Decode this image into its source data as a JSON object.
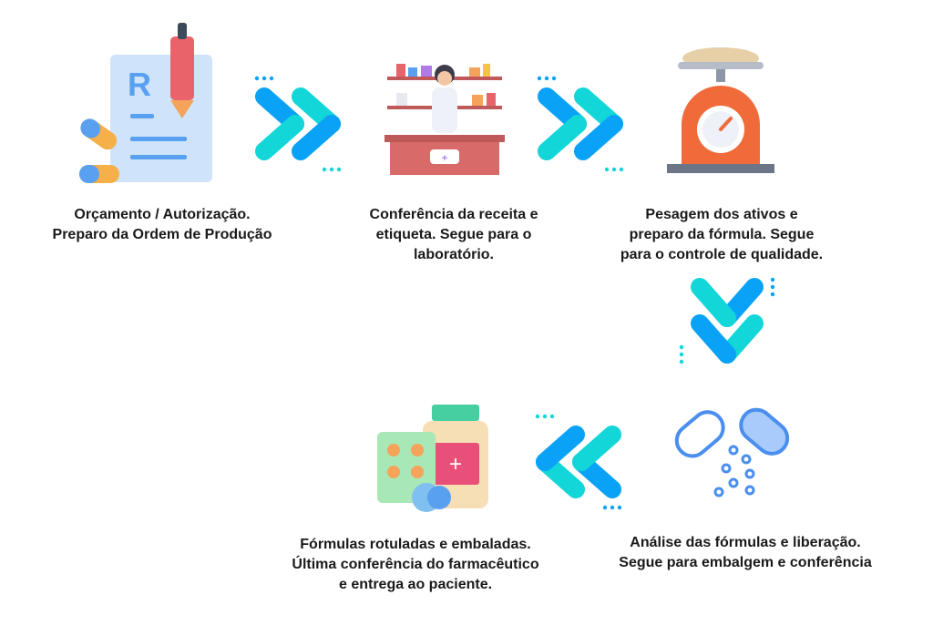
{
  "colors": {
    "arrow_blue": "#0aa2f6",
    "arrow_teal": "#12d6d8",
    "text": "#1a1a1a"
  },
  "steps": [
    {
      "icon": "prescription-icon",
      "lines": [
        "Orçamento / Autorização.",
        "Preparo da Ordem de Produção"
      ]
    },
    {
      "icon": "pharmacist-icon",
      "lines": [
        "Conferência da receita e",
        "etiqueta. Segue para o",
        "laboratório."
      ]
    },
    {
      "icon": "scale-icon",
      "lines": [
        "Pesagem dos ativos e",
        "preparo da fórmula. Segue",
        "para o controle de qualidade."
      ]
    },
    {
      "icon": "capsule-icon",
      "lines": [
        "Análise das fórmulas e liberação.",
        "Segue para embalgem e conferência"
      ]
    },
    {
      "icon": "medicine-package-icon",
      "lines": [
        "Fórmulas rotuladas e embaladas.",
        "Última conferência do farmacêutico",
        "e entrega ao paciente."
      ]
    }
  ]
}
